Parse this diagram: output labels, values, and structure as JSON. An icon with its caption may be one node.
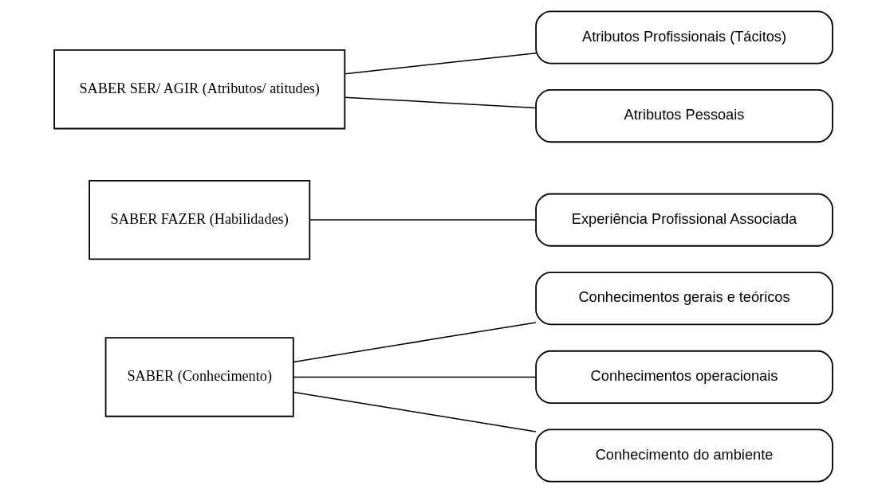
{
  "diagram": {
    "nodes": [
      {
        "text": [
          "SABER (Conhecimento)"
        ]
      },
      {
        "text": [
          "Conhecimentos gerais e teóricos"
        ]
      },
      {
        "text": [
          "Conhecimentos operacionais"
        ]
      },
      {
        "text": [
          "Conhecimento do ambiente"
        ]
      },
      {
        "text": [
          "SABER FAZER (Habilidades)"
        ]
      },
      {
        "text": [
          "Experiência Profissional Associada"
        ]
      },
      {
        "text": [
          "SABER SER/ AGIR (Atributos/ atitudes)"
        ]
      },
      {
        "text": [
          "Atributos Profissionais (Tácitos)"
        ]
      },
      {
        "text": [
          "Atributos Pessoais"
        ]
      }
    ],
    "edges": [
      {
        "from": 0,
        "to": 1,
        "arrow": "none"
      },
      {
        "from": 0,
        "to": 2,
        "arrow": "none"
      },
      {
        "from": 0,
        "to": 3,
        "arrow": "none"
      },
      {
        "from": 4,
        "to": 5,
        "arrow": "none"
      },
      {
        "from": 6,
        "to": 7,
        "arrow": "none"
      },
      {
        "from": 6,
        "to": 8,
        "arrow": "none"
      }
    ]
  }
}
